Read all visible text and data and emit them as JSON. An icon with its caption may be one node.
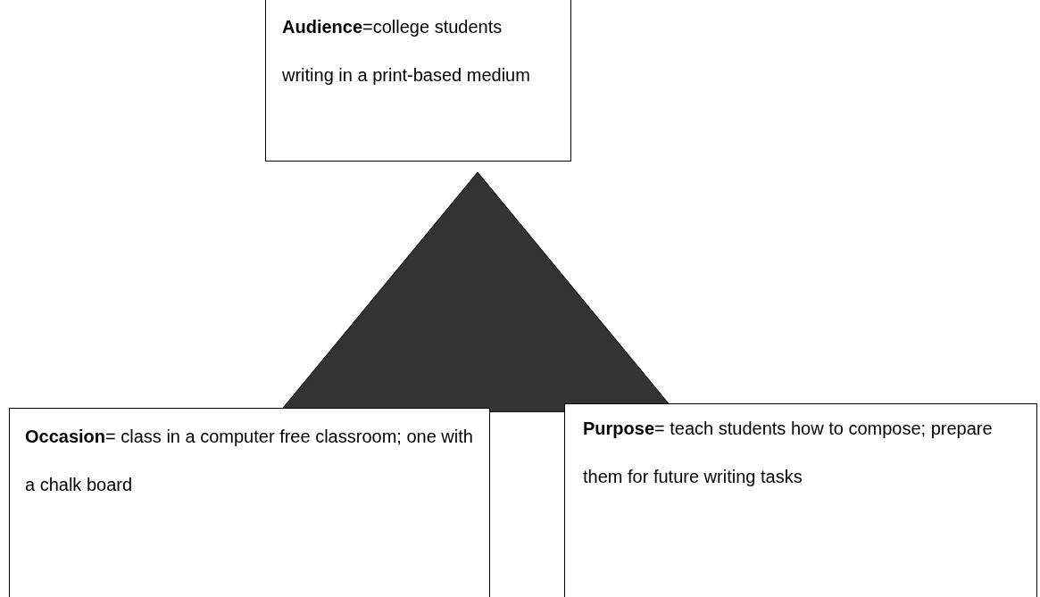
{
  "diagram": {
    "nodes": [
      {
        "text": [
          "**Audience**=college students writing in a print-based medium"
        ]
      },
      {
        "text": [],
        "shape": "triangle"
      },
      {
        "text": [
          "**Occasion**= class in a computer free classroom; one with a chalk board"
        ]
      },
      {
        "text": [
          "**Purpose**= teach students how to compose; prepare them for future writing tasks"
        ]
      }
    ]
  }
}
